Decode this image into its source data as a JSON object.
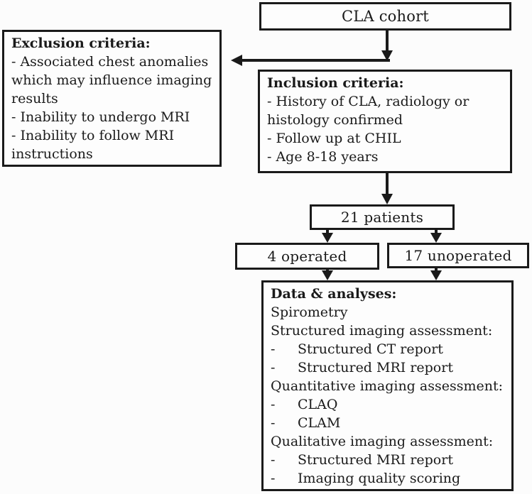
{
  "figure": {
    "background": "#fcfcfc",
    "line_color": "#1a1a1a",
    "cohort_box": {
      "label": "CLA cohort"
    },
    "exclusion_box": {
      "title": "Exclusion criteria:",
      "lines": [
        "- Associated chest anomalies",
        "which may influence imaging",
        "results",
        "- Inability to undergo MRI",
        "- Inability to follow MRI",
        "instructions"
      ]
    },
    "inclusion_box": {
      "title": "Inclusion criteria:",
      "lines": [
        "- History of CLA, radiology or",
        "histology confirmed",
        "- Follow up at CHIL",
        "- Age 8-18 years"
      ]
    },
    "patients_box": {
      "label": "21 patients"
    },
    "operated_box": {
      "label": "4 operated"
    },
    "unoperated_box": {
      "label": "17 unoperated"
    },
    "data_box": {
      "title": "Data & analyses:",
      "items": [
        {
          "text": "Spirometry"
        },
        {
          "text": "Structured imaging assessment:"
        },
        {
          "dash": "-",
          "text": "Structured CT report"
        },
        {
          "dash": "-",
          "text": "Structured MRI report"
        },
        {
          "text": "Quantitative imaging assessment:"
        },
        {
          "dash": "-",
          "text": "CLAQ"
        },
        {
          "dash": "-",
          "text": "CLAM"
        },
        {
          "text": "Qualitative imaging assessment:"
        },
        {
          "dash": "-",
          "text": "Structured MRI report"
        },
        {
          "dash": "-",
          "text": "Imaging quality scoring"
        }
      ]
    }
  }
}
